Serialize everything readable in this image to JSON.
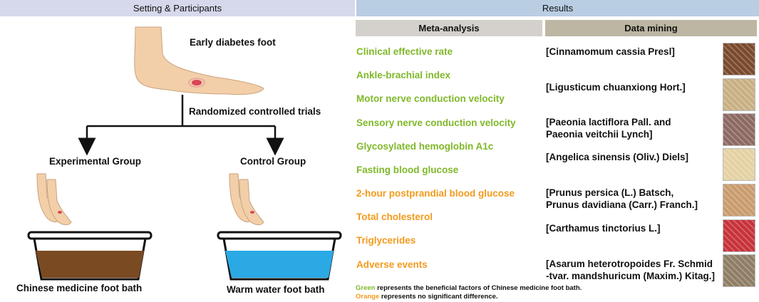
{
  "headers": {
    "left": "Setting & Participants",
    "right": "Results",
    "meta": "Meta-analysis",
    "mining": "Data mining"
  },
  "flow": {
    "top_label": "Early diabetes foot",
    "arrow_label": "Randomized controlled trials",
    "exp_group": "Experimental Group",
    "ctrl_group": "Control Group",
    "exp_bath": "Chinese medicine foot bath",
    "ctrl_bath": "Warm water foot bath"
  },
  "meta_results": [
    {
      "text": "Clinical effective rate",
      "status": "green"
    },
    {
      "text": "Ankle-brachial index",
      "status": "green"
    },
    {
      "text": "Motor nerve conduction velocity",
      "status": "green"
    },
    {
      "text": "Sensory nerve conduction velocity",
      "status": "green"
    },
    {
      "text": "Glycosylated hemoglobin A1c",
      "status": "green"
    },
    {
      "text": "Fasting blood glucose",
      "status": "green"
    },
    {
      "text": "2-hour postprandial blood glucose",
      "status": "orange"
    },
    {
      "text": "Total cholesterol",
      "status": "orange"
    },
    {
      "text": "Triglycerides",
      "status": "orange"
    },
    {
      "text": "Adverse events",
      "status": "orange"
    }
  ],
  "herbs": [
    {
      "lines": [
        "[Cinnamomum cassia Presl]"
      ],
      "swatch": "#7a4a2c"
    },
    {
      "lines": [
        "[Ligusticum chuanxiong Hort.]"
      ],
      "swatch": "#c8b083"
    },
    {
      "lines": [
        "[Paeonia lactiflora Pall. and",
        "Paeonia veitchii Lynch]"
      ],
      "swatch": "#8c6a62"
    },
    {
      "lines": [
        "[Angelica sinensis (Oliv.) Diels]"
      ],
      "swatch": "#e4d1a3"
    },
    {
      "lines": [
        "[Prunus persica (L.) Batsch,",
        "Prunus davidiana (Carr.) Franch.]"
      ],
      "swatch": "#c99c6e"
    },
    {
      "lines": [
        "[Carthamus tinctorius L.]"
      ],
      "swatch": "#c8323a"
    },
    {
      "lines": [
        "[Asarum heterotropoides Fr. Schmid",
        "-tvar. mandshuricum (Maxim.) Kitag.]"
      ],
      "swatch": "#8f7d66"
    }
  ],
  "legend": {
    "green_word": "Green",
    "green_text": " represents the beneficial factors of Chinese medicine foot bath.",
    "orange_word": "Orange",
    "orange_text": " represents no significant difference."
  },
  "colors": {
    "green": "#80b82a",
    "orange": "#f39a1c",
    "skin": "#f2cfa8",
    "herbal_water": "#7a4a22",
    "warm_water": "#2aa9e5"
  }
}
